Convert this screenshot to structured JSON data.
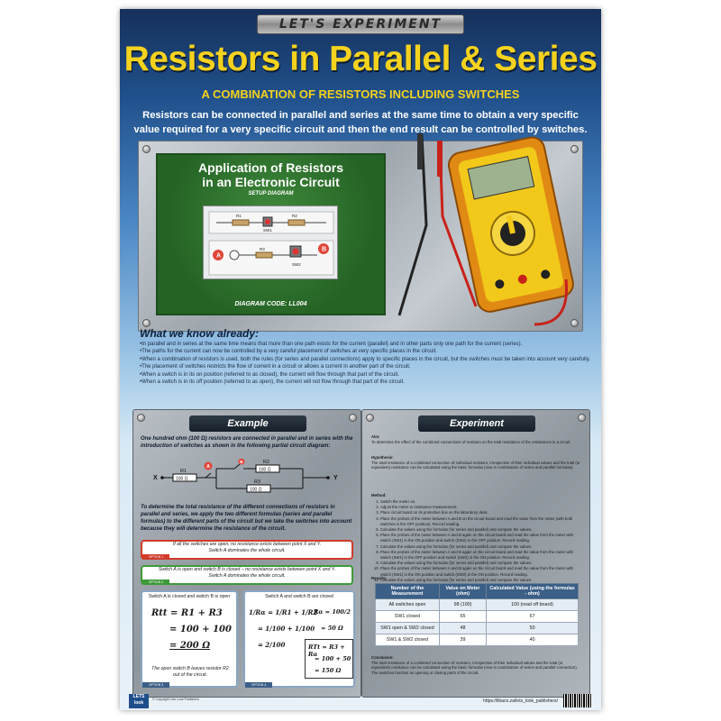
{
  "header": {
    "badge": "LET'S EXPERIMENT",
    "title": "Resistors in Parallel & Series",
    "subtitle": "A COMBINATION OF RESISTORS INCLUDING SWITCHES",
    "intro": "Resistors can be connected in parallel and series at the same time to obtain a very specific value required for a very specific circuit and then the end result can be controlled by switches."
  },
  "application": {
    "title_line1": "Application of Resistors",
    "title_line2": "in an Electronic Circuit",
    "setup_label": "SETUP DIAGRAM",
    "code": "DIAGRAM CODE: LL004",
    "labels": {
      "r1": "R1",
      "r2": "R2",
      "r3": "R3",
      "sw1": "SW1",
      "sw2": "SW2",
      "a": "A",
      "b": "B"
    }
  },
  "know": {
    "title": "What we know already:",
    "items": [
      "In parallel and in series at the same time means that more than one path exists for the current (parallel) and in other parts only one path for the current (series).",
      "The paths for the current can now be controlled by a very careful placement of switches at very specific places in the circuit.",
      "When a combination of resistors is used, both the rules (for series and parallel connections) apply to specific places in the circuit, but the switches must be taken into account very carefully.",
      "The placement of switches restricts the flow of current in a circuit or allows a current in another part of the circuit.",
      "When a switch is in its on position (referred to as closed), the current will flow through that part of the circuit.",
      "When a switch is in its off position (referred to as open), the current will not flow through that part of the circuit."
    ]
  },
  "example": {
    "tab": "Example",
    "intro": "One hundred ohm (100 Ω) resistors are connected in parallel and in series with the introduction of switches as shown in the following partial circuit diagram:",
    "circuit": {
      "x": "X",
      "y": "Y",
      "a": "A",
      "b": "B",
      "r1": "R1",
      "r2": "R2",
      "r3": "R3",
      "v1": "100 Ω",
      "v2": "100 Ω",
      "v3": "100 Ω"
    },
    "question": "To determine the total resistance of the different connections of resistors in parallel and series, we apply the two different formulas (series and parallel formulas) to the different parts of the circuit but we take the switches into account because they will determine the resistance of the circuit.",
    "box1_line1": "If all the switches are open, no resistance exists between point X and Y.",
    "box1_line2": "Switch A dominates the whole circuit.",
    "box1_tag": "OPTION 1",
    "box2_line1": "Switch A is open and switch B is closed – no resistance exists between point X and Y.",
    "box2_line2": "Switch A dominates the whole circuit.",
    "box2_tag": "OPTION 2",
    "calc1_head": "Switch A is closed and switch B is open",
    "calc1_eq1": "Rtt = R1 + R3",
    "calc1_eq2": "= 100 + 100",
    "calc1_eq3": "= 200 Ω",
    "calc1_note": "The open switch B leaves resistor R2 out of the circuit.",
    "calc1_tag": "OPTION 3",
    "calc2_head": "Switch A and switch B are closed",
    "calc2_eq1": "1/Rα = 1/R1 + 1/R2",
    "calc2_eq2": "= 1/100 + 1/100",
    "calc2_eq3": "= 2/100",
    "calc2_eq4": "Rα = 100/2",
    "calc2_eq5": "= 50 Ω",
    "calc2_eq6": "RTt = R3 + Rα",
    "calc2_eq7": "= 100 + 50",
    "calc2_eq8": "= 150 Ω",
    "calc2_tag": "OPTION 4"
  },
  "experiment": {
    "tab": "Experiment",
    "aim_label": "Aim:",
    "aim": "To determine the effect of the combined connections of resistors on the total resistance of the resistances in a circuit.",
    "hyp_label": "Hypothesis:",
    "hyp": "The total resistance of a combined connection of individual resistors, irrespective of their individual values and the total (or equivalent) resistance can be calculated using the basic formulas (now in combination of series and parallel formulas).",
    "method_label": "Method:",
    "steps": [
      "Switch the meter on.",
      "Adjust the meter to resistance measurement.",
      "Place circuit board on its protective box on the laboratory desk.",
      "Place the probes of the meter between A and B on the circuit board and read the value from the meter (with both switches in the OFF position). Record reading.",
      "Calculate the values using the formulas (for series and parallel) and compare the values.",
      "Place the probes of the meter between A and B again on the circuit board and read the value from the meter with switch (SW1) in the ON position and switch (SW2) in the OFF position. Record reading.",
      "Calculate the values using the formulas (for series and parallel) and compare the values.",
      "Place the probes of the meter between A and B again on the circuit board and read the value from the meter with switch (SW1) in the OFF position and switch (SW2) in the ON position. Record reading.",
      "Calculate the values using the formulas (for series and parallel) and compare the values.",
      "Place the probes of the meter between A and B again on the circuit board and read the value from the meter with switch (SW1) in the ON position and switch (SW2) in the ON position. Record reading.",
      "Calculate the values using the formulas (for series and parallel) and compare the values."
    ],
    "results_label": "Results:",
    "table": {
      "headers": [
        "Number of the Measurement",
        "Value on Meter (ohm)",
        "Calculated Value (using the formulas - ohm)"
      ],
      "rows": [
        [
          "All switches open",
          "98 (100)",
          "100 (read off board)"
        ],
        [
          "SW1 closed",
          "65",
          "67"
        ],
        [
          "SW1 open & SW2 closed",
          "48",
          "50"
        ],
        [
          "SW1 & SW2 closed",
          "39",
          "40"
        ]
      ]
    },
    "conclusion_label": "Conclusion:",
    "conclusion": "The total resistance of a combined connection of resistors, irrespective of their individual values and the total (or equivalent) resistance can be calculated using the basic formulas (now in combination of series and parallel connection). The switches function as opening or closing parts of the circuit."
  },
  "footer": {
    "logo_line1": "LETS",
    "logo_line2": "look",
    "copyright": "© Copyright Lets Look Publishers",
    "url": "https://ilbaco.za/lets_look_publishers/"
  }
}
